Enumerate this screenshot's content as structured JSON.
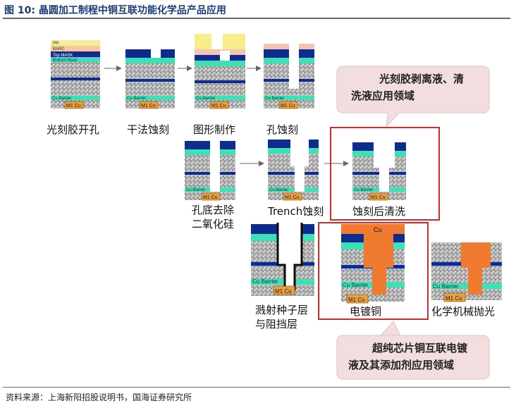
{
  "figure_title": "图 10: 晶圆加工制程中铜互联功能化学品产品应用",
  "source_text": "资料来源：上海新阳招股说明书，国海证券研究所",
  "layer_labels": {
    "pr": "PR",
    "barc": "BARC",
    "top_mask": "Top MASK",
    "bottom_mask": "Bottom Mask",
    "cu_barrier": "Cu Barrier",
    "m1_cu": "M1 Cu",
    "cu": "Cu"
  },
  "steps": {
    "s1": "光刻胶开孔",
    "s2": "干法蚀刻",
    "s3": "图形制作",
    "s4": "孔蚀刻",
    "s5_line1": "孔底去除",
    "s5_line2": "二氧化硅",
    "s6": "Trench蚀刻",
    "s7": "蚀刻后清洗",
    "s8_line1": "溅射种子层",
    "s8_line2": "与阻挡层",
    "s9": "电镀铜",
    "s10": "化学机械抛光"
  },
  "callouts": {
    "c1_line1": "光刻胶剥离液、清",
    "c1_line2": "洗液应用领域",
    "c2_line1": "超纯芯片铜互联电镀",
    "c2_line2": "液及其添加剂应用领域"
  },
  "colors": {
    "navy": "#0e2c8e",
    "teal": "#3fe0b8",
    "copper": "#f07a30",
    "m1_fill": "#e8a040",
    "pr_yellow": "#f7ee8a",
    "barc_pink": "#f2c6b2",
    "red_box": "#d42a2a",
    "callout_bg": "#f2dede",
    "title_blue": "#1a3d78"
  }
}
